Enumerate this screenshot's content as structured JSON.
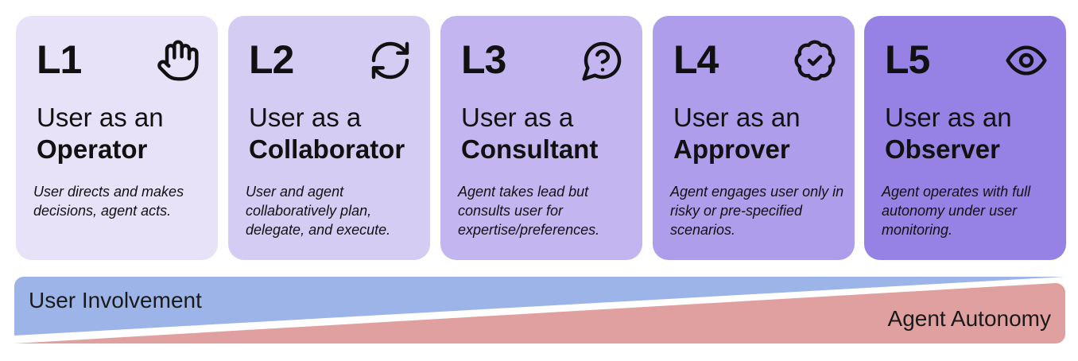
{
  "cards": [
    {
      "level": "L1",
      "prefix": "User as an",
      "role": "Operator",
      "description": "User directs and makes decisions, agent acts.",
      "icon": "hand-icon",
      "bg": "#E7E2F8"
    },
    {
      "level": "L2",
      "prefix": "User as a",
      "role": "Collaborator",
      "description": "User and agent collaboratively plan, delegate, and execute.",
      "icon": "refresh-icon",
      "bg": "#D5CCF4"
    },
    {
      "level": "L3",
      "prefix": "User as a",
      "role": "Consultant",
      "description": "Agent takes lead but consults user for expertise/preferences.",
      "icon": "question-bubble-icon",
      "bg": "#C3B6F0"
    },
    {
      "level": "L4",
      "prefix": "User as an",
      "role": "Approver",
      "description": "Agent engages user only in risky or pre-specified scenarios.",
      "icon": "check-badge-icon",
      "bg": "#AD9DEA"
    },
    {
      "level": "L5",
      "prefix": "User as an",
      "role": "Observer",
      "description": "Agent operates with full autonomy under user monitoring.",
      "icon": "eye-icon",
      "bg": "#9582E4"
    }
  ],
  "scale": {
    "user_label": "User Involvement",
    "agent_label": "Agent Autonomy",
    "user_color": "#9DB4E9",
    "agent_color": "#E0A0A0"
  }
}
